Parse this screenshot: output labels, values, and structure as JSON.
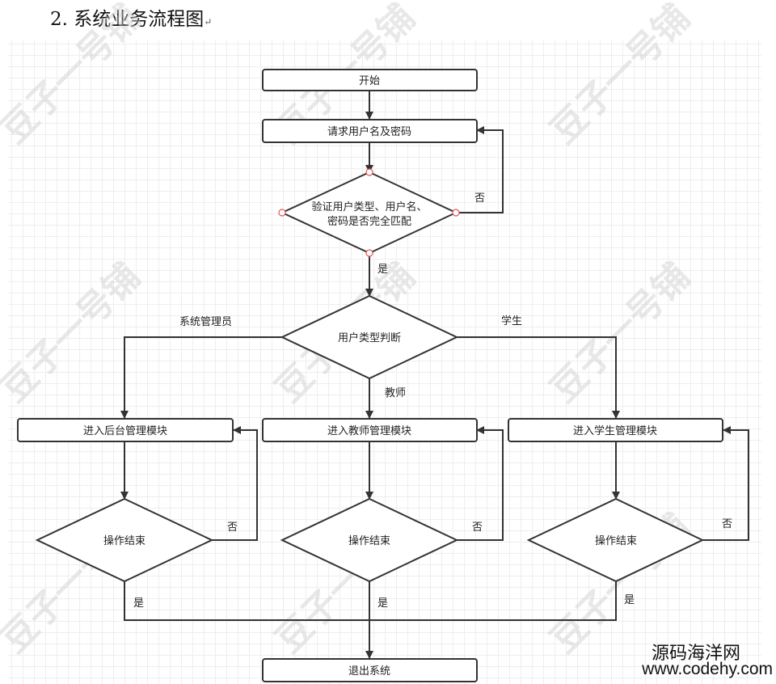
{
  "heading": {
    "text": "2. 系统业务流程图",
    "return_mark": "↵"
  },
  "watermark": {
    "text": "豆子一号铺"
  },
  "nodes": {
    "start": "开始",
    "request_login": "请求用户名及密码",
    "verify_line1": "验证用户类型、用户名、",
    "verify_line2": "密码是否完全匹配",
    "user_type": "用户类型判断",
    "admin_module": "进入后台管理模块",
    "teacher_module": "进入教师管理模块",
    "student_module": "进入学生管理模块",
    "op_end_admin": "操作结束",
    "op_end_teacher": "操作结束",
    "op_end_student": "操作结束",
    "exit": "退出系统"
  },
  "edges": {
    "verify_no": "否",
    "verify_yes": "是",
    "branch_admin": "系统管理员",
    "branch_teacher": "教师",
    "branch_student": "学生",
    "admin_no": "否",
    "teacher_no": "否",
    "student_no": "否",
    "admin_yes": "是",
    "teacher_yes": "是",
    "student_yes": "是"
  },
  "colors": {
    "stroke": "#333333",
    "handle": "#e05555",
    "grid": "#e6e6e6",
    "watermark": "#cccccc"
  },
  "site": {
    "name": "源码海洋网",
    "url": "www.codehy.com"
  }
}
